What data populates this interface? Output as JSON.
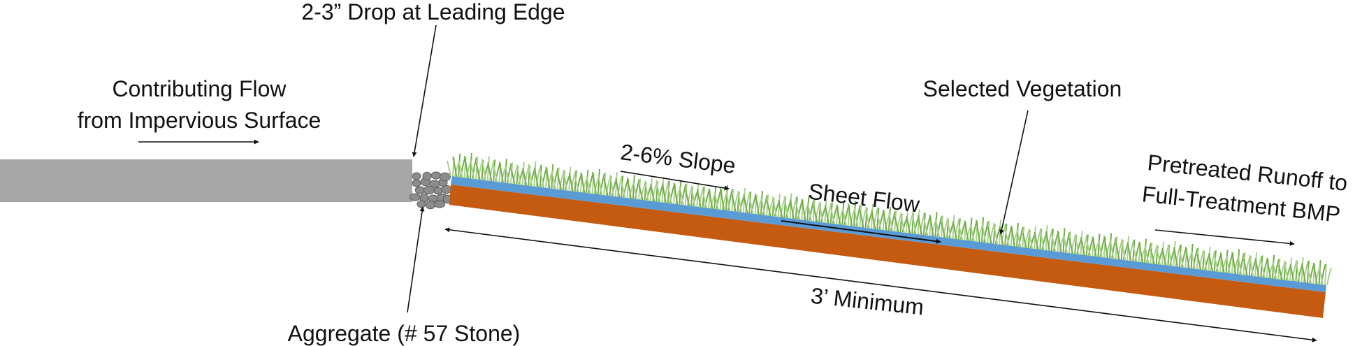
{
  "labels": {
    "drop": "2-3” Drop at Leading Edge",
    "contributing_line1": "Contributing Flow",
    "contributing_line2": "from Impervious Surface",
    "vegetation": "Selected Vegetation",
    "slope": "2-6% Slope",
    "sheet_flow": "Sheet Flow",
    "pretreated_line1": "Pretreated Runoff to",
    "pretreated_line2": "Full-Treatment BMP",
    "minimum": "3’ Minimum",
    "aggregate": "Aggregate (# 57 Stone)"
  },
  "colors": {
    "impervious": "#a6a6a6",
    "soil": "#c55a11",
    "water_layer": "#5b9bd5",
    "grass": "#70ad47",
    "grass_light": "#a9d18e",
    "stone": "#8c8c8c"
  }
}
